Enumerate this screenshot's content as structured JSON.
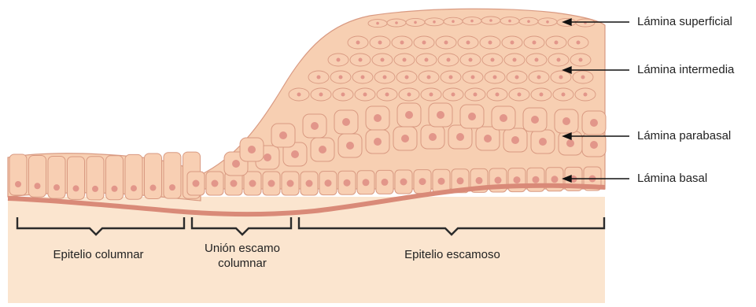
{
  "layer_labels": {
    "superficial": "Lámina superficial",
    "intermedia": "Lámina intermedia",
    "parabasal": "Lámina parabasal",
    "basal": "Lámina basal"
  },
  "region_labels": {
    "columnar": "Epitelio columnar",
    "union_line1": "Unión escamo",
    "union_line2": "columnar",
    "escamoso": "Epitelio escamoso"
  },
  "colors": {
    "tissue_bg": "#fbe5cf",
    "cell_fill": "#f8cfb3",
    "cell_stroke": "#d99a82",
    "nucleus": "#e2968a",
    "basement": "#d98a78",
    "text": "#222222"
  }
}
